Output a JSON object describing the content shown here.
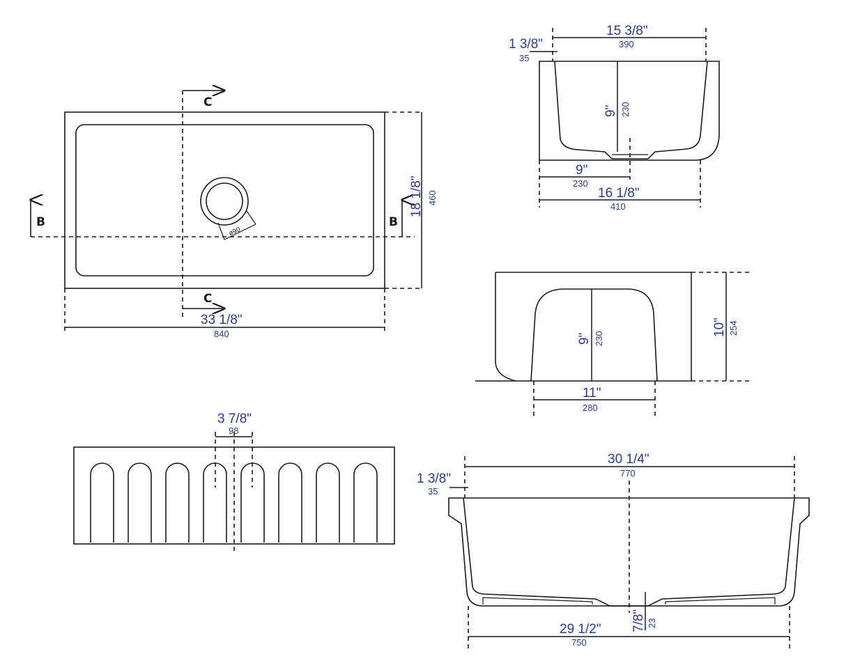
{
  "top_view": {
    "section_c_label": "C",
    "section_b_label": "B",
    "drain_diameter": "ø90",
    "width_in": "33 1/8\"",
    "width_mm": "840",
    "depth_in": "18 1/8\"",
    "depth_mm": "460"
  },
  "section_c_view": {
    "rim_in": "1 3/8\"",
    "rim_mm": "35",
    "top_width_in": "15 3/8\"",
    "top_width_mm": "390",
    "bowl_depth_in": "9\"",
    "bowl_depth_mm": "230",
    "drain_offset_in": "9\"",
    "drain_offset_mm": "230",
    "overall_in": "16 1/8\"",
    "overall_mm": "410"
  },
  "side_view": {
    "inner_depth_in": "9\"",
    "inner_depth_mm": "230",
    "height_in": "10\"",
    "height_mm": "254",
    "opening_in": "11\"",
    "opening_mm": "280"
  },
  "front_view": {
    "flute_spacing_in": "3 7/8\"",
    "flute_spacing_mm": "98"
  },
  "section_b_view": {
    "rim_in": "1 3/8\"",
    "rim_mm": "35",
    "top_width_in": "30 1/4\"",
    "top_width_mm": "770",
    "bottom_in": "7/8\"",
    "bottom_mm": "23",
    "base_width_in": "29 1/2\"",
    "base_width_mm": "750"
  }
}
